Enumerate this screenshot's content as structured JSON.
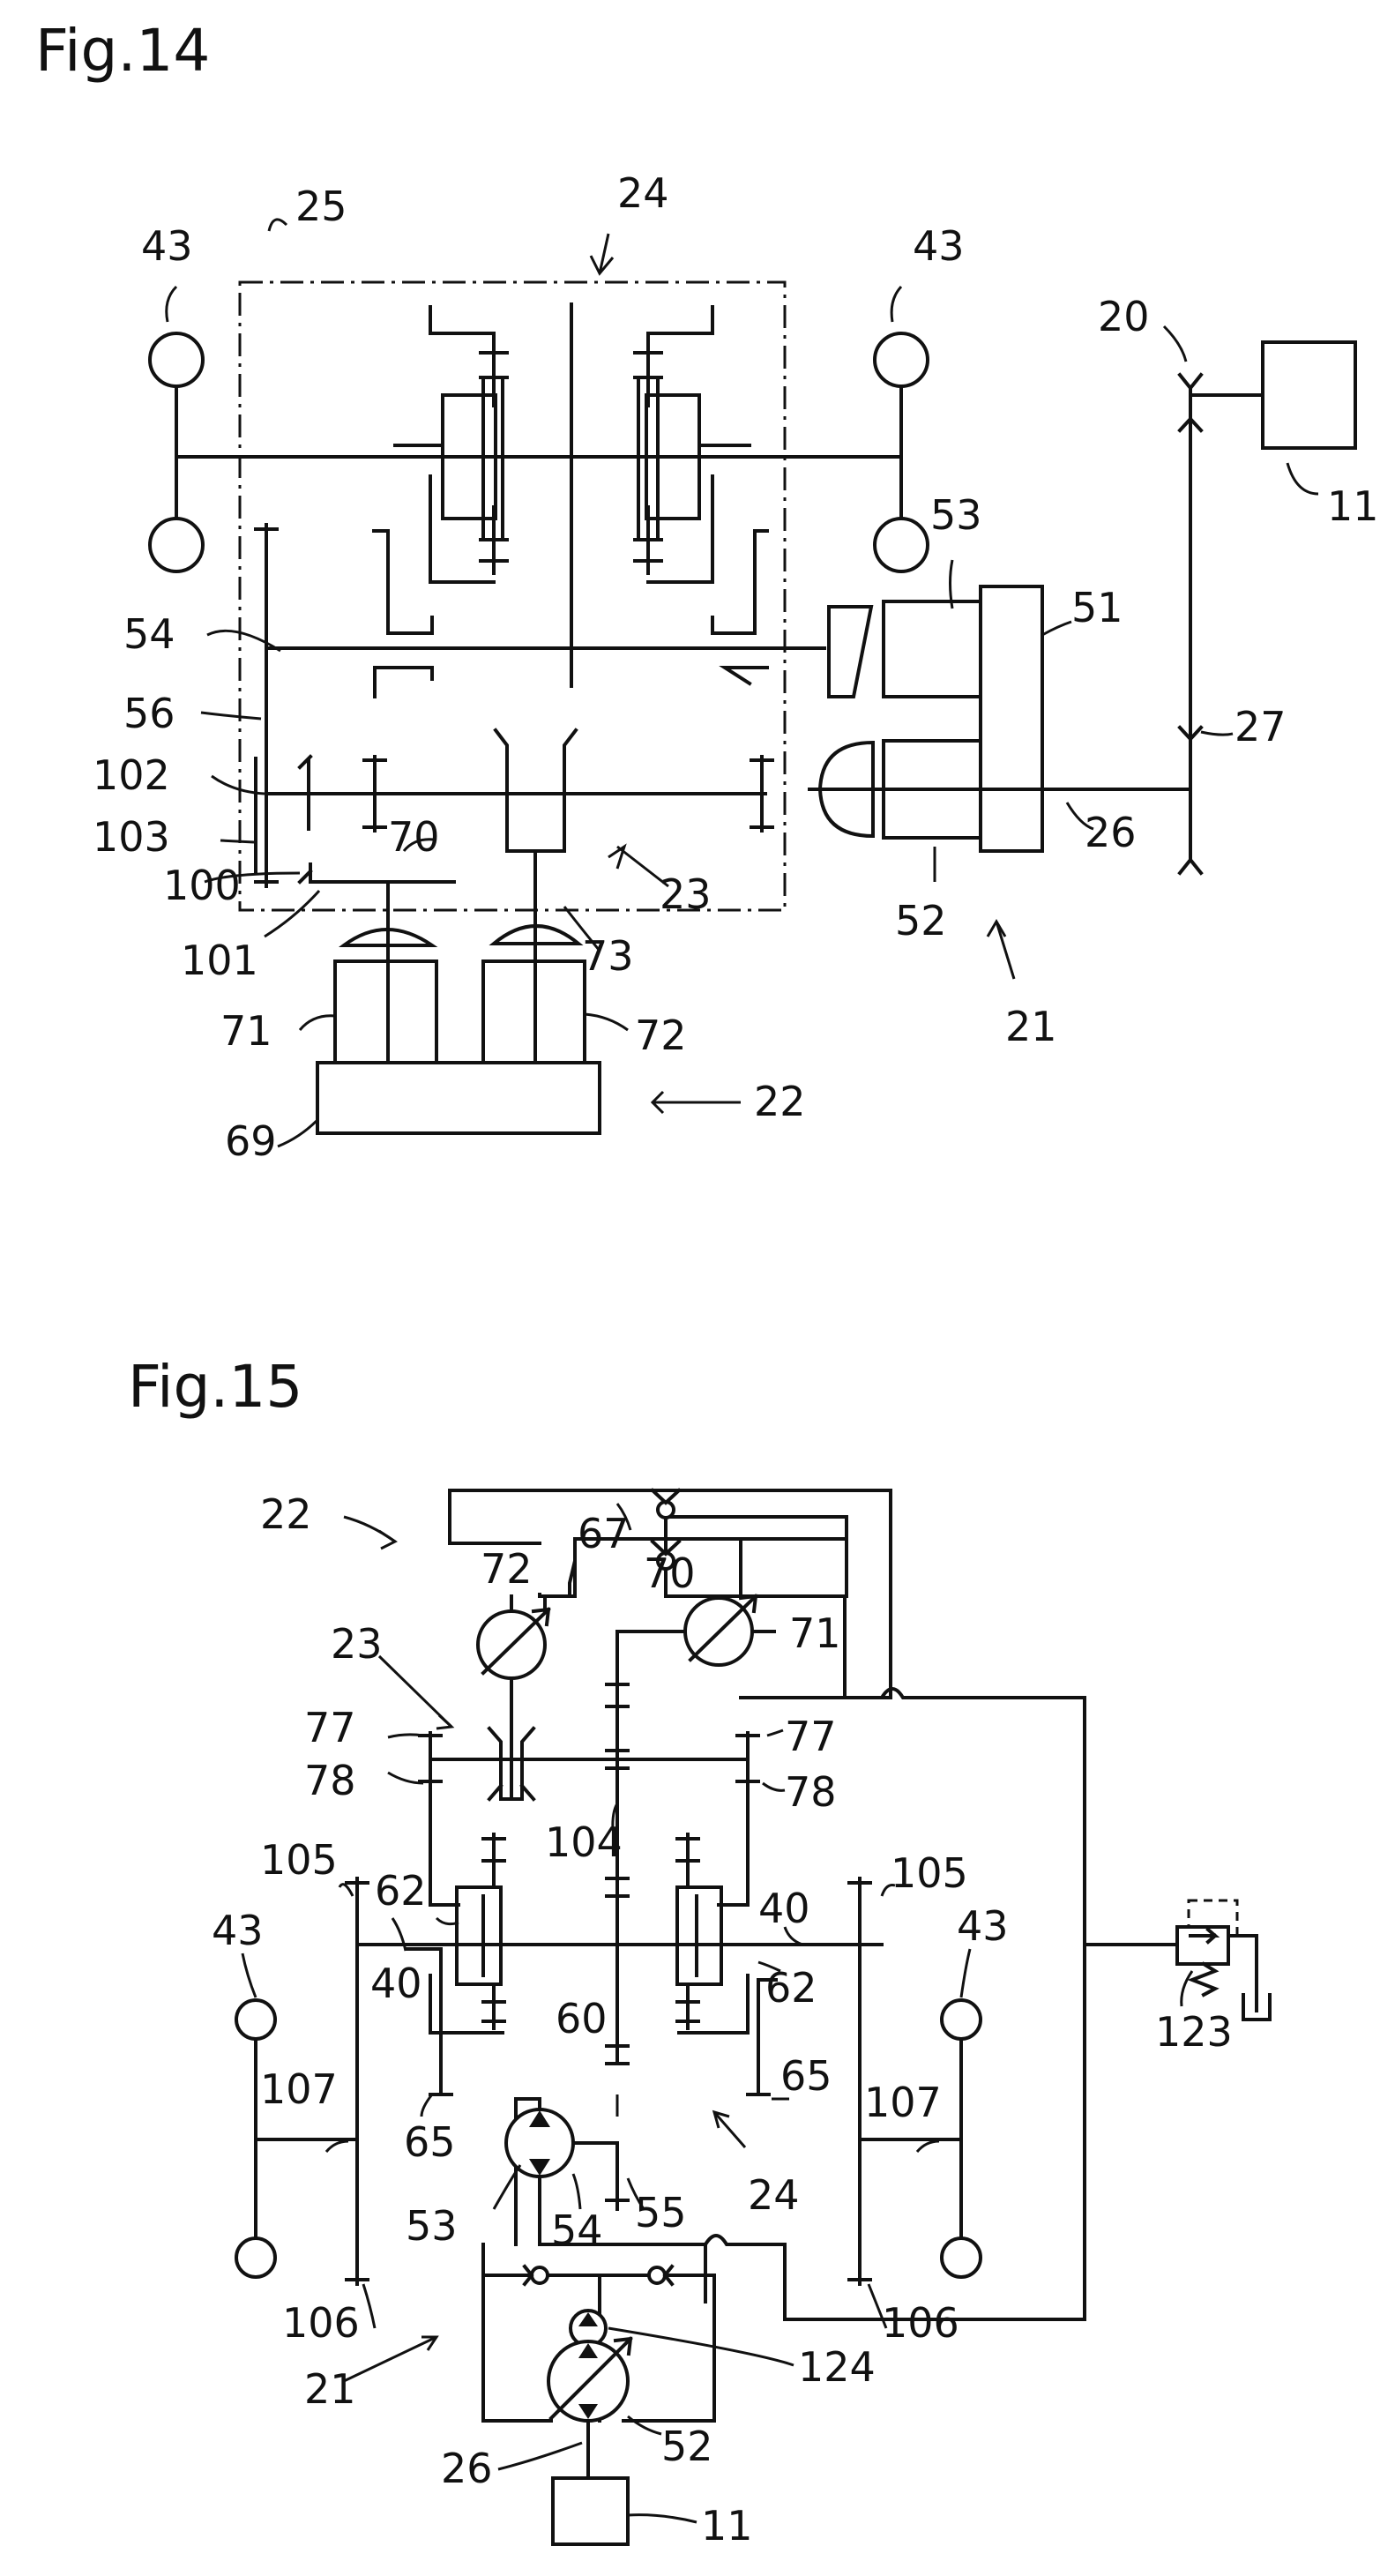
{
  "fig14": {
    "title": "Fig.14",
    "labels": {
      "l43a": "43",
      "l43b": "43",
      "l25": "25",
      "l24": "24",
      "l20": "20",
      "l11": "11",
      "l53": "53",
      "l51": "51",
      "l54": "54",
      "l56": "56",
      "l27": "27",
      "l102": "102",
      "l103": "103",
      "l26": "26",
      "l70": "70",
      "l100": "100",
      "l23": "23",
      "l52": "52",
      "l101": "101",
      "l73": "73",
      "l71": "71",
      "l72": "72",
      "l21": "21",
      "l22": "22",
      "l69": "69"
    }
  },
  "fig15": {
    "title": "Fig.15",
    "labels": {
      "l22": "22",
      "l67": "67",
      "l72": "72",
      "l70": "70",
      "l71": "71",
      "l23": "23",
      "l77a": "77",
      "l77b": "77",
      "l78a": "78",
      "l78b": "78",
      "l104": "104",
      "l105a": "105",
      "l105b": "105",
      "l62a": "62",
      "l62b": "62",
      "l40a": "40",
      "l40b": "40",
      "l43a": "43",
      "l43b": "43",
      "l60": "60",
      "l107a": "107",
      "l107b": "107",
      "l65a": "65",
      "l65b": "65",
      "l123": "123",
      "l53": "53",
      "l54": "54",
      "l55": "55",
      "l24": "24",
      "l106a": "106",
      "l106b": "106",
      "l124": "124",
      "l21": "21",
      "l52": "52",
      "l26": "26",
      "l11": "11"
    }
  }
}
